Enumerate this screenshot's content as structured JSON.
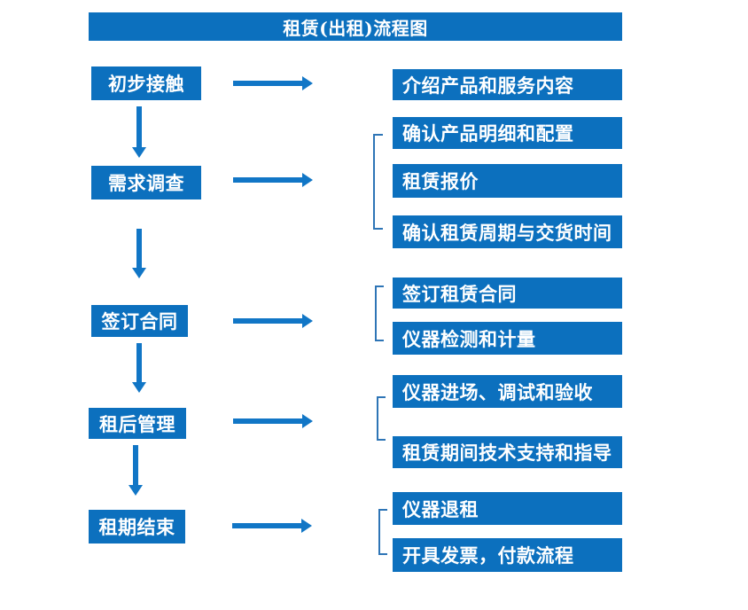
{
  "title": "租赁(出租)流程图",
  "colors": {
    "primary": "#0C70BE",
    "arrow": "#1176C6",
    "bracket": "#2E75B6",
    "box_text": "#FFFFFF",
    "background": "#FFFFFF"
  },
  "stages": [
    {
      "label": "初步接触",
      "details": [
        "介绍产品和服务内容"
      ]
    },
    {
      "label": "需求调查",
      "details": [
        "确认产品明细和配置",
        "租赁报价",
        "确认租赁周期与交货时间"
      ]
    },
    {
      "label": "签订合同",
      "details": [
        "签订租赁合同",
        "仪器检测和计量"
      ]
    },
    {
      "label": "租后管理",
      "details": [
        "仪器进场、调试和验收",
        "租赁期间技术支持和指导"
      ]
    },
    {
      "label": "租期结束",
      "details": [
        "仪器退租",
        "开具发票，付款流程"
      ]
    }
  ]
}
